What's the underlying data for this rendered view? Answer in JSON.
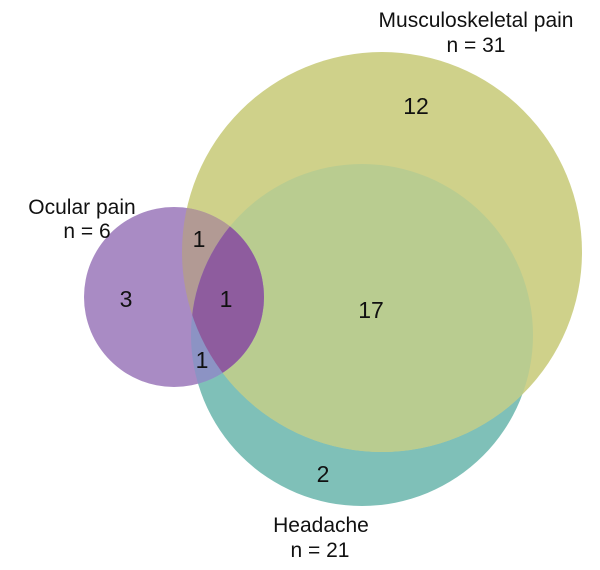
{
  "sets": [
    {
      "id": "musculoskeletal",
      "name": "Musculoskeletal pain",
      "n_label": "n = 31",
      "color": "#cfd18a"
    },
    {
      "id": "headache",
      "name": "Headache",
      "n_label": "n = 21",
      "color": "#7fc0b8"
    },
    {
      "id": "ocular",
      "name": "Ocular pain",
      "n_label": "n = 6",
      "color": "#a98bc4"
    }
  ],
  "regions": {
    "musculoskeletal_only": "12",
    "musculoskeletal_headache": "17",
    "headache_only": "2",
    "ocular_only": "3",
    "ocular_musculoskeletal": "1",
    "ocular_headache": "1",
    "all_three": "1"
  }
}
